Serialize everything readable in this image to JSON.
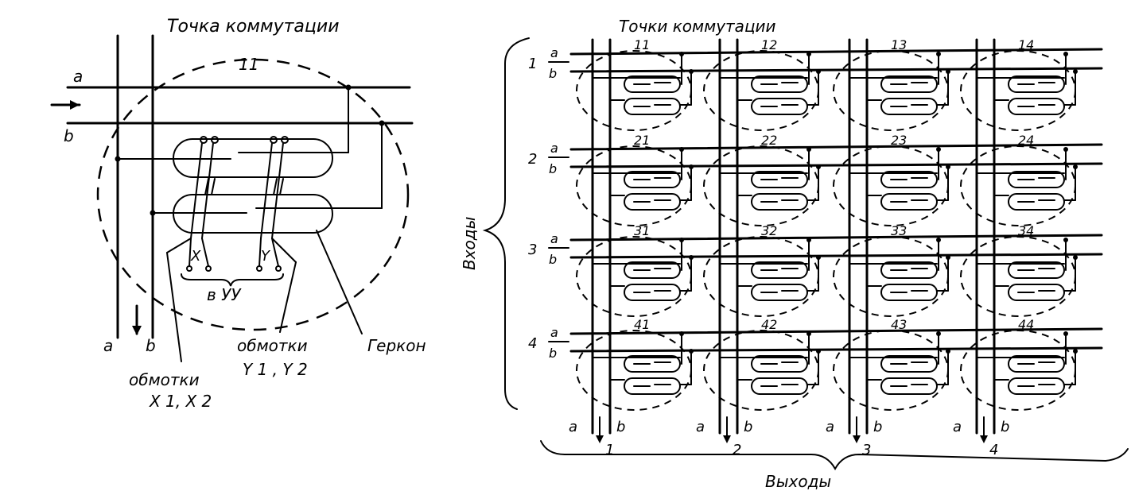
{
  "left": {
    "title": "Точка    коммутации",
    "point_number": "11",
    "wire_a": "a",
    "wire_b": "b",
    "bottom_a": "a",
    "bottom_b": "b",
    "coil_x": "X",
    "coil_y": "Y",
    "control_unit": "в УУ",
    "windings_x": "обмотки",
    "windings_x_sub": "X 1, X 2",
    "windings_y": "обмотки",
    "windings_y_sub": "Y 1 , Y 2",
    "reed_switch": "Геркон"
  },
  "right": {
    "title": "Точки  коммутации",
    "inputs_label": "Входы",
    "outputs_label": "Выходы",
    "row_numbers": [
      "1",
      "2",
      "3",
      "4"
    ],
    "col_numbers": [
      "1",
      "2",
      "3",
      "4"
    ],
    "wire_a": "a",
    "wire_b": "b",
    "point_labels": [
      [
        "11",
        "12",
        "13",
        "14"
      ],
      [
        "21",
        "22",
        "23",
        "24"
      ],
      [
        "31",
        "32",
        "33",
        "34"
      ],
      [
        "41",
        "42",
        "43",
        "44"
      ]
    ]
  }
}
